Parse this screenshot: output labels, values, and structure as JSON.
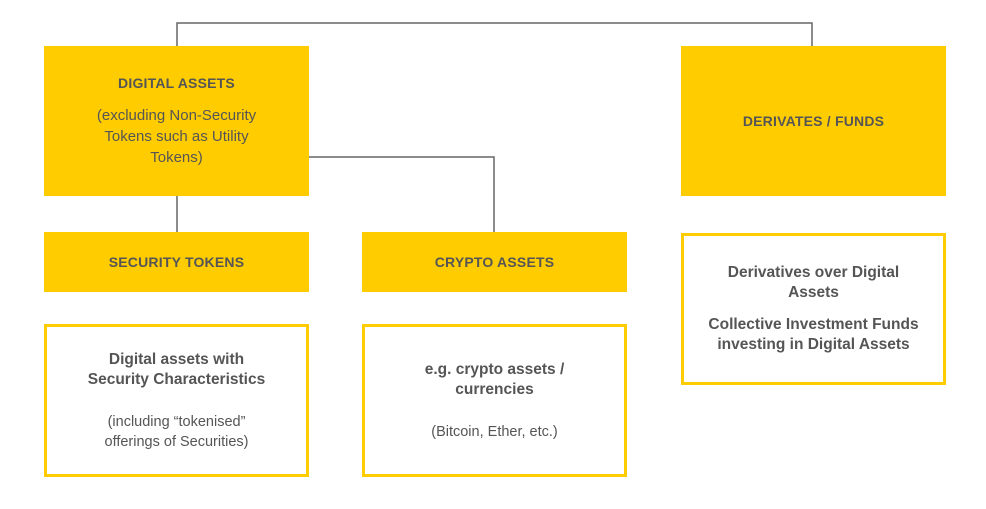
{
  "digital_assets": {
    "title": "DIGITAL ASSETS",
    "subtitle": "(excluding Non-Security Tokens such as Utility Tokens)"
  },
  "derivates_funds": {
    "title": "DERIVATES / FUNDS"
  },
  "security_tokens": {
    "title": "SECURITY TOKENS",
    "detail_heading": "Digital assets with Security Characteristics",
    "detail_note": "(including “tokenised” offerings of Securities)"
  },
  "crypto_assets": {
    "title": "CRYPTO ASSETS",
    "detail_heading": "e.g. crypto assets / currencies",
    "detail_note": "(Bitcoin, Ether, etc.)"
  },
  "derivatives_detail": {
    "line1": "Derivatives over Digital Assets",
    "line2": "Collective Investment Funds investing in Digital Assets"
  },
  "colors": {
    "accent": "#ffcc00",
    "text": "#555555",
    "connector": "#666666"
  }
}
